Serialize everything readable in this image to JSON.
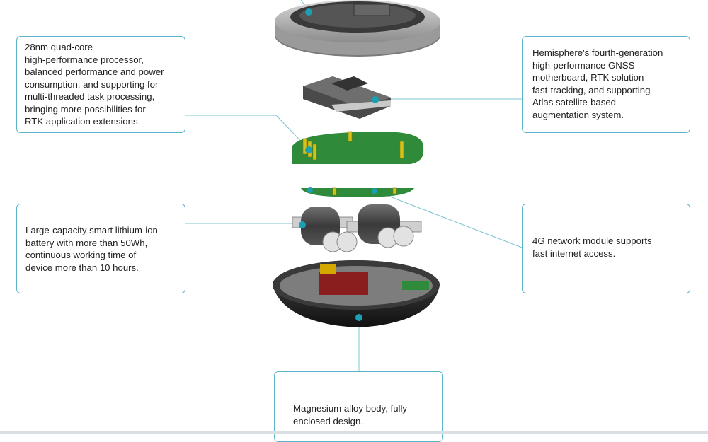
{
  "callouts": {
    "processor": "28nm quad-core\nhigh-performance processor,\nbalanced performance and power\nconsumption, and supporting for\nmulti-threaded task processing,\nbringing more possibilities for\nRTK application extensions.",
    "gnss": "Hemisphere's fourth-generation\nhigh-performance GNSS\nmotherboard, RTK solution\nfast-tracking, and supporting\nAtlas satellite-based\naugmentation system.",
    "battery": "Large-capacity smart lithium-ion\nbattery with more than 50Wh,\ncontinuous working time of\ndevice more than 10 hours.",
    "network": "4G network module supports\nfast internet access.",
    "body": "Magnesium alloy body, fully\nenclosed design."
  },
  "colors": {
    "accent": "#5bb5c9",
    "dot": "#1a9fb3",
    "pcb": "#2f8a3a",
    "shell": "#2b2b2b"
  }
}
